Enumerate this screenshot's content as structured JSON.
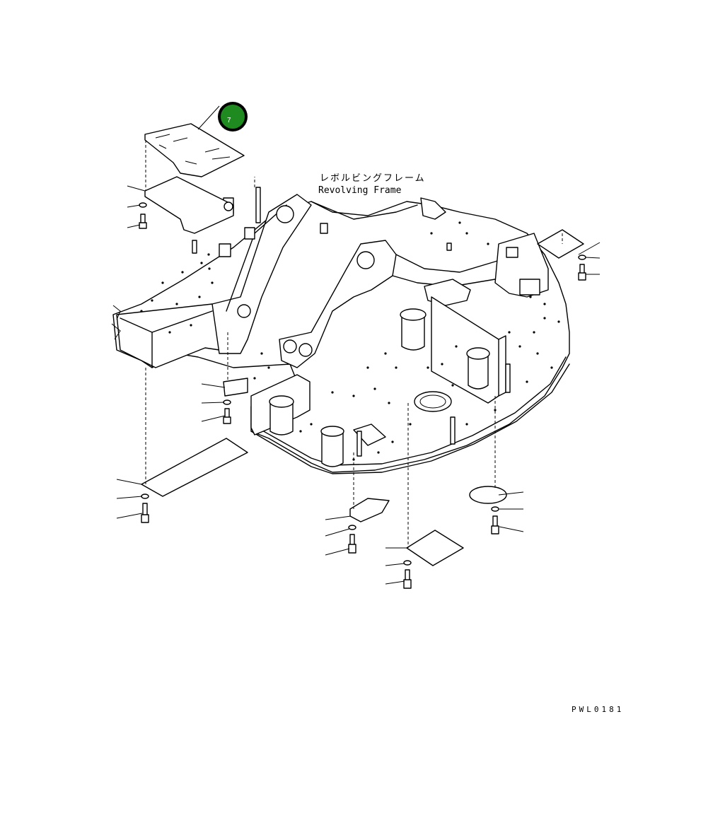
{
  "diagram": {
    "label_jp": "レボルビングフレーム",
    "label_en": "Revolving Frame",
    "drawing_code": "PWL0181",
    "callout": {
      "number": "7",
      "color": "#1f8a1f",
      "ring_color": "#000000"
    }
  }
}
